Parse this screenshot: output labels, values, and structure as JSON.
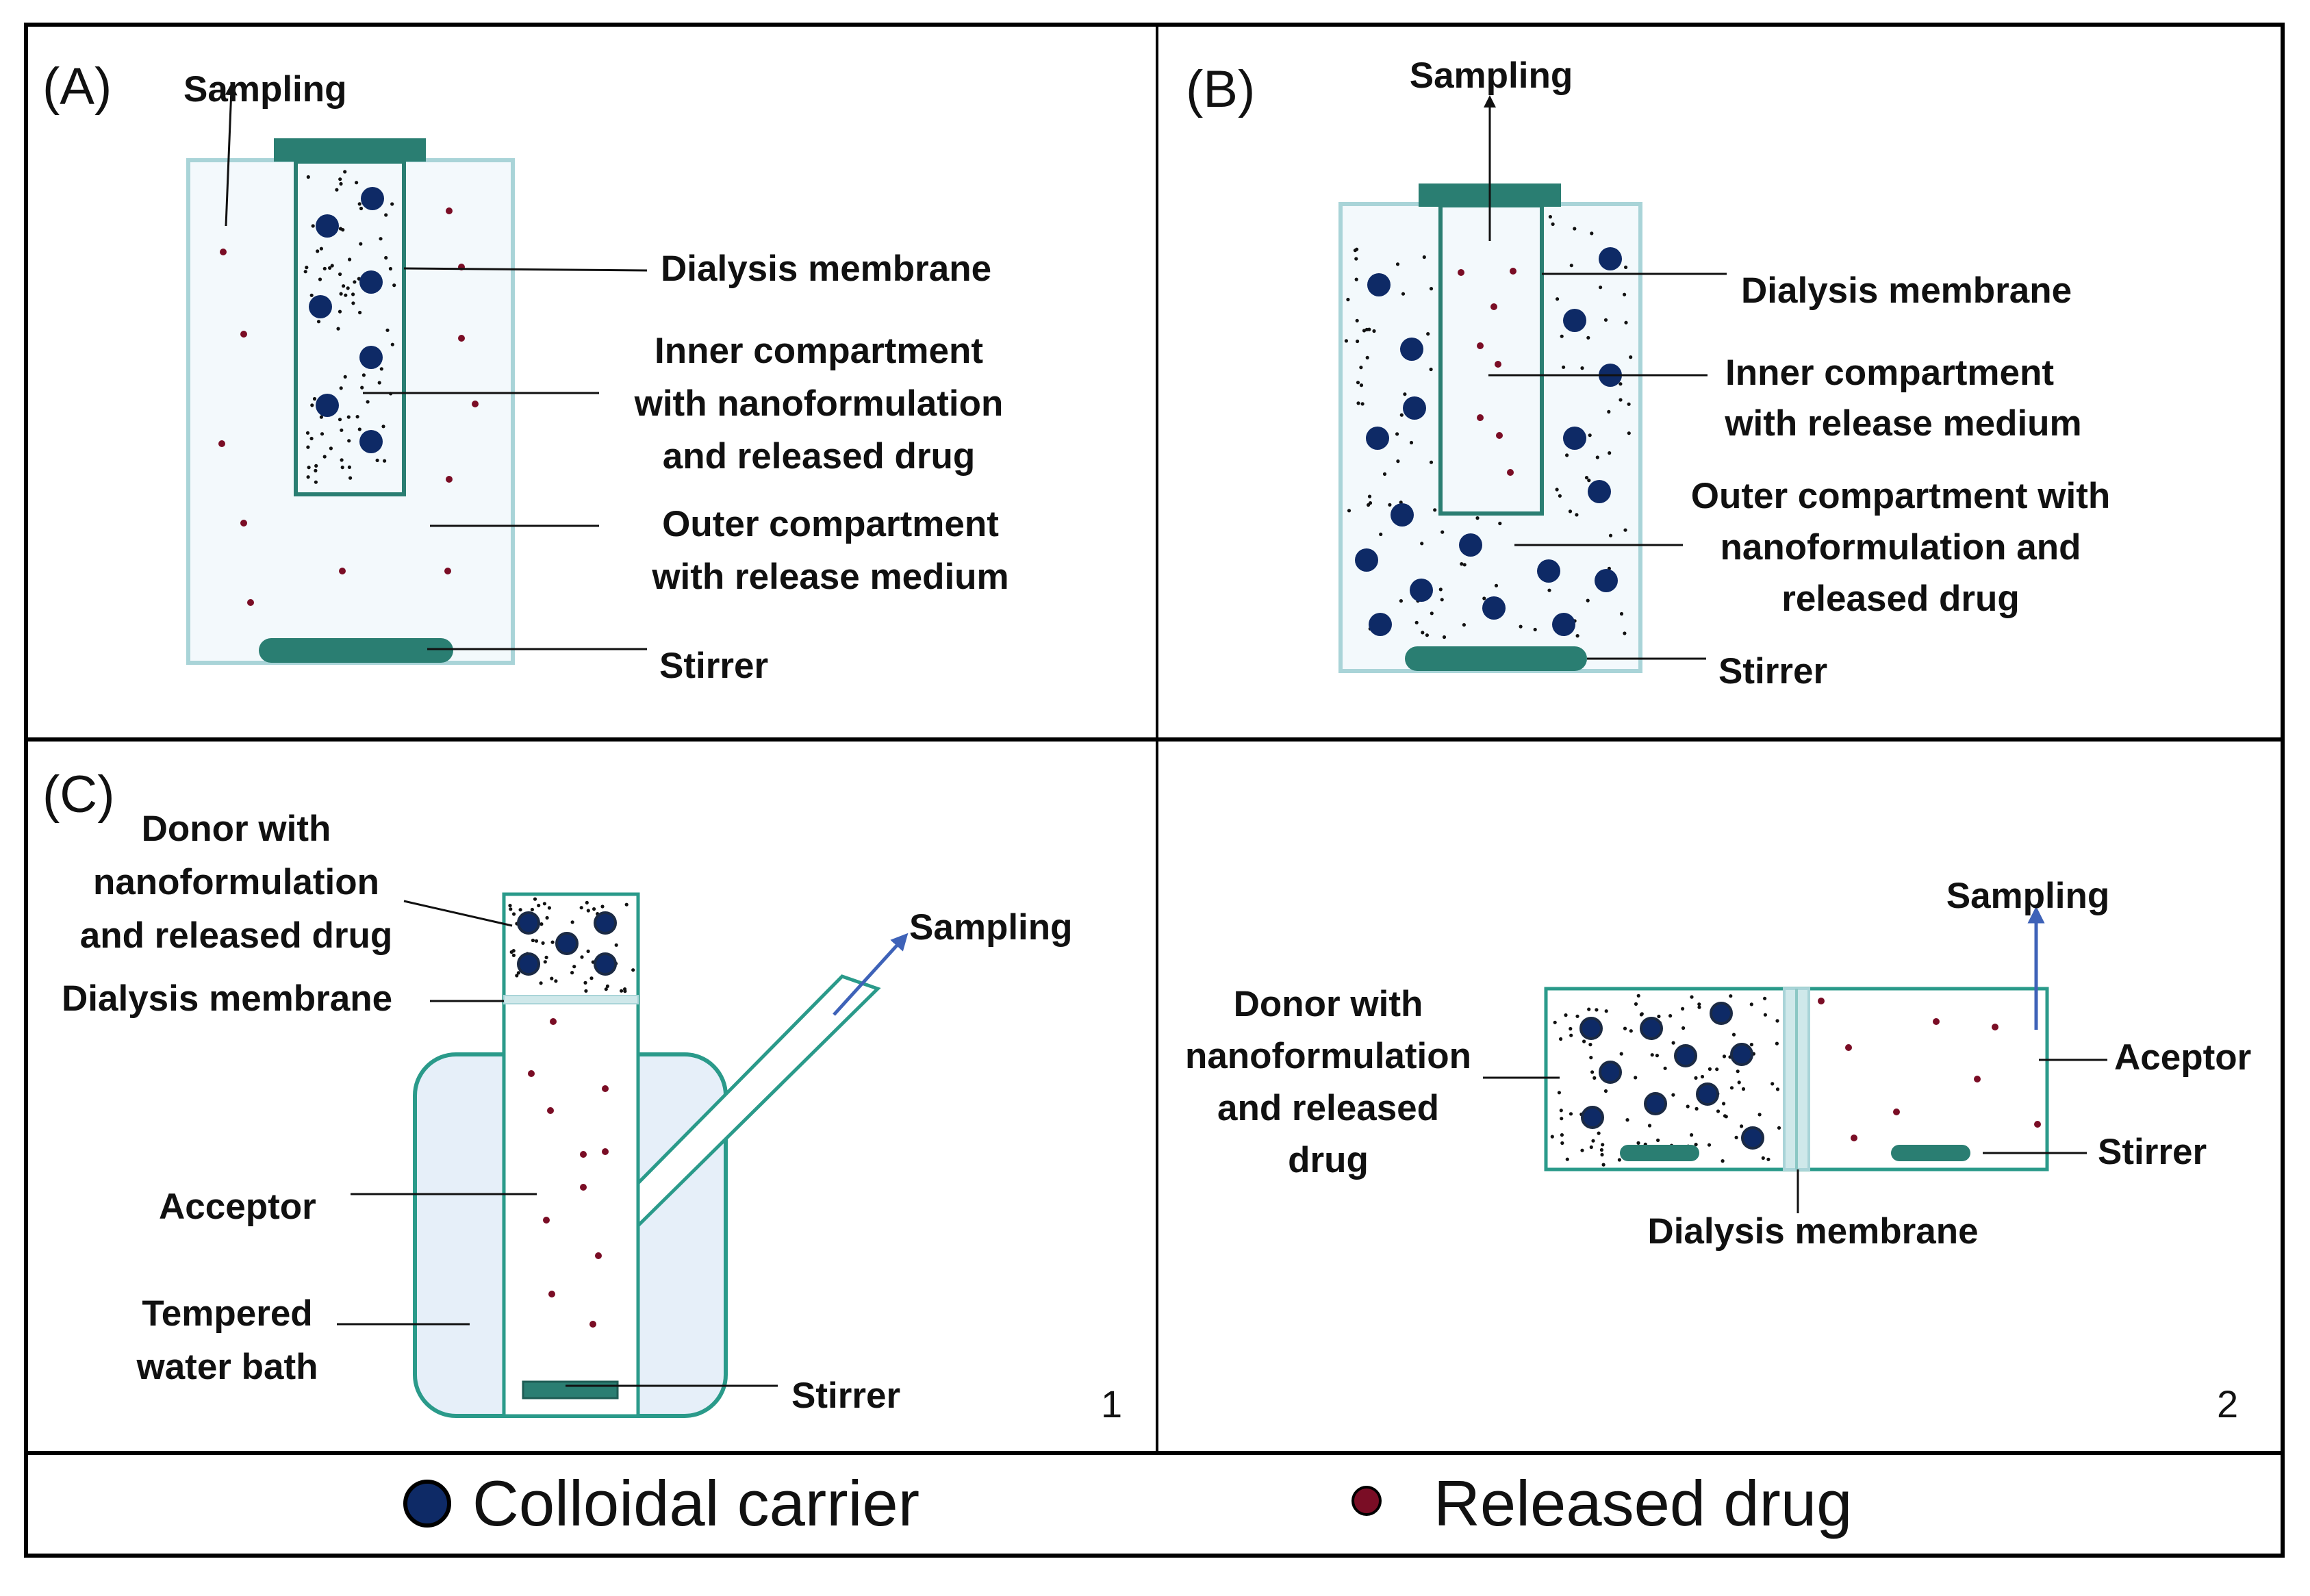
{
  "colors": {
    "frame": "#000000",
    "container": "#a9d4d8",
    "teal": "#2a7e72",
    "fill": "#f3f9fc",
    "bath": "#e6eff9",
    "carrier": "#0e2a66",
    "drug": "#7a0d25",
    "arrow": "#3e62b8"
  },
  "icons": {
    "carrier": "colloidal-carrier-dot-icon",
    "drug": "released-drug-dot-icon"
  },
  "panelA": {
    "tag": "(A)",
    "sampling": "Sampling",
    "membrane": "Dialysis membrane",
    "inner": [
      "Inner compartment",
      "with nanoformulation",
      "and released drug"
    ],
    "outer": [
      "Outer compartment",
      "with release medium"
    ],
    "stirrer": "Stirrer"
  },
  "panelB": {
    "tag": "(B)",
    "sampling": "Sampling",
    "membrane": "Dialysis membrane",
    "inner": [
      "Inner compartment",
      "with release medium"
    ],
    "outer": [
      "Outer compartment with",
      "nanoformulation and",
      "released drug"
    ],
    "stirrer": "Stirrer"
  },
  "panelC1": {
    "tag": "(C)",
    "donor": [
      "Donor with",
      "nanoformulation",
      "and released drug"
    ],
    "membrane": "Dialysis membrane",
    "sampling": "Sampling",
    "acceptor": "Acceptor",
    "bath": [
      "Tempered",
      "water bath"
    ],
    "stirrer": "Stirrer",
    "number": "1"
  },
  "panelC2": {
    "sampling": "Sampling",
    "donor": [
      "Donor with",
      "nanoformulation",
      "and released",
      "drug"
    ],
    "acceptor": "Aceptor",
    "stirrer": "Stirrer",
    "membrane": "Dialysis membrane",
    "number": "2"
  },
  "legend": {
    "carrier": "Colloidal carrier",
    "drug": "Released drug"
  }
}
